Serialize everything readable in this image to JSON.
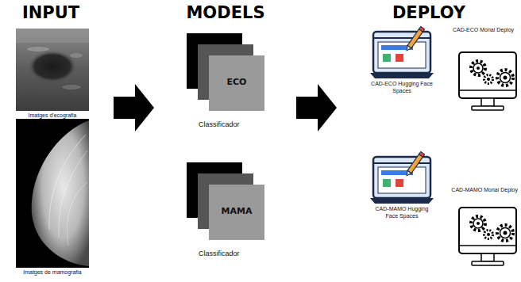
{
  "diagram": {
    "nodes": [
      {
        "text": [
          "Imatges d'ecografia"
        ]
      },
      {
        "text": [
          "Imatges de mamografia"
        ]
      },
      {
        "text": [
          "ECO",
          "Classificador"
        ]
      },
      {
        "text": [
          "MAMA",
          "Classificador"
        ]
      },
      {
        "text": [
          "CAD-ECO Hugging Face Spaces"
        ]
      },
      {
        "text": [
          "CAD-ECO Monai Deploy"
        ]
      },
      {
        "text": [
          "CAD-MAMO Hugging Face Spaces"
        ]
      },
      {
        "text": [
          "CAD-MAMO Monai Deploy"
        ]
      }
    ],
    "labels": [
      "INPUT",
      "MODELS",
      "DEPLOY"
    ]
  }
}
